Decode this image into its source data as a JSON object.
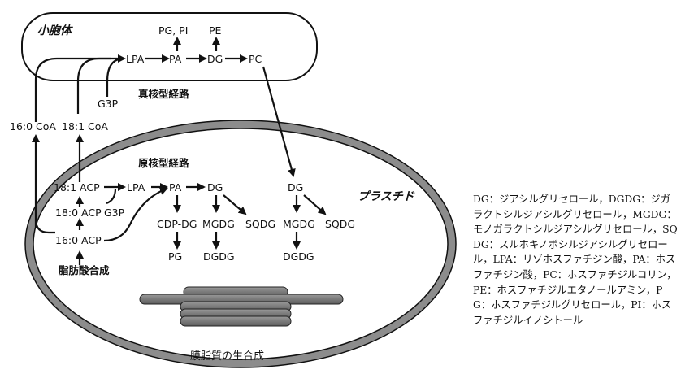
{
  "compartments": {
    "cytoplasm_label": "小胞体",
    "plastid_label": "プラスチド"
  },
  "pathway_labels": {
    "eukaryotic": "真核型経路",
    "prokaryotic": "原核型経路",
    "fatty_acid_synthesis": "脂肪酸合成"
  },
  "er_nodes": {
    "lpa": "LPA",
    "pa": "PA",
    "dg": "DG",
    "pc": "PC",
    "pg_pi": "PG, PI",
    "pe": "PE",
    "g3p": "G3P"
  },
  "acyl_coa": {
    "c16": "16:0 CoA",
    "c18": "18:1 CoA"
  },
  "plastid_nodes": {
    "acp_18_1": "18:1 ACP",
    "acp_18_0": "18:0 ACP",
    "acp_16_0": "16:0 ACP",
    "g3p": "G3P",
    "lpa": "LPA",
    "pa": "PA",
    "dg": "DG",
    "cdp_dg": "CDP-DG",
    "mgdg": "MGDG",
    "sqdg": "SQDG",
    "pg": "PG",
    "dgdg": "DGDG",
    "dg_euk": "DG",
    "mgdg_euk": "MGDG",
    "sqdg_euk": "SQDG",
    "dgdg_euk": "DGDG"
  },
  "caption": "膜脂質の生合成",
  "legend_text": "DG：ジアシルグリセロール，DGDG：ジガラクトシルジアシルグリセロール，MGDG：モノガラクトシルジアシルグリセロール，SQDG：スルホキノボシルジアシルグリセロール，LPA：リゾホスファチジン酸，PA：ホスファチジン酸，PC：ホスファチジルコリン，PE：ホスファチジルエタノールアミン，PG：ホスファチジルグリセロール，PI：ホスファチジルイノシトール"
}
